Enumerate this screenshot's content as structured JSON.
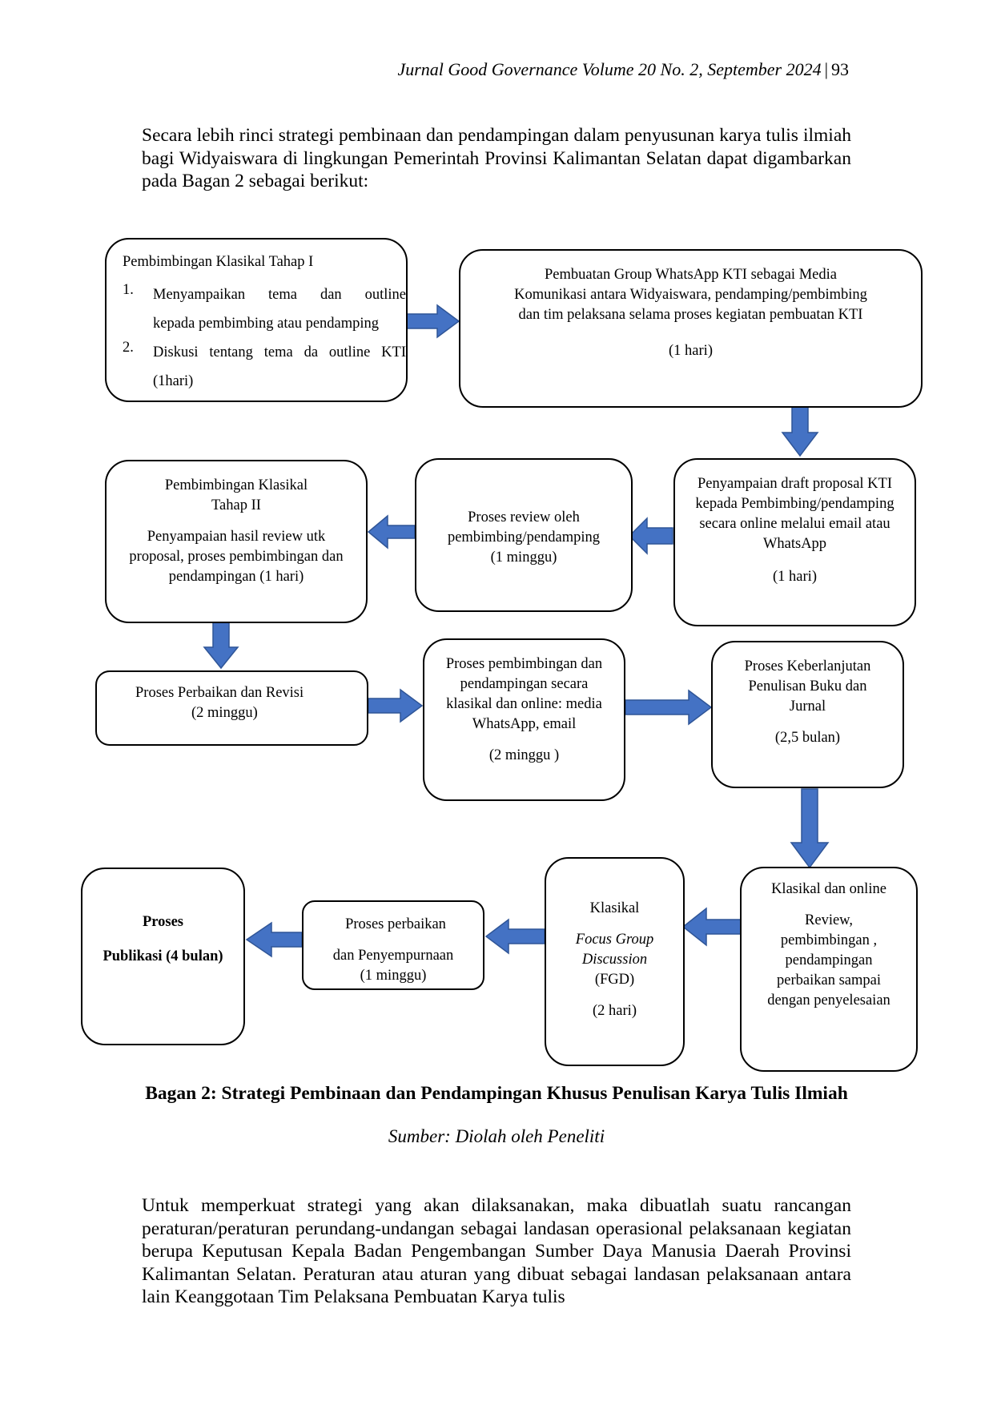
{
  "header": {
    "journal": "Jurnal Good Governance Volume 20 No. 2, September 2024",
    "separator": "|",
    "page": "93"
  },
  "intro_paragraph": "Secara lebih rinci strategi pembinaan dan pendampingan dalam penyusunan karya tulis ilmiah bagi Widyaiswara di lingkungan Pemerintah Provinsi Kalimantan Selatan dapat digambarkan pada Bagan 2 sebagai berikut:",
  "diagram": {
    "arrow_color": "#4472c4",
    "box1": {
      "title": "Pembimbingan Klasikal Tahap I",
      "item1_num": "1.",
      "item1_line1": "Menyampaikan tema dan outline",
      "item1_line2": "kepada pembimbing atau pendamping",
      "item2_num": "2.",
      "item2_text": "Diskusi tentang tema da outline KTI",
      "duration": "(1hari)"
    },
    "box2": {
      "text": "Pembuatan Group WhatsApp KTI sebagai Media Komunikasi antara Widyaiswara, pendamping/pembimbing dan tim pelaksana selama proses kegiatan pembuatan KTI",
      "duration": "(1 hari)"
    },
    "box3": {
      "text": "Penyampaian draft proposal KTI kepada Pembimbing/pendamping secara online   melalui email atau WhatsApp",
      "duration": "(1 hari)"
    },
    "box4": {
      "text": "Proses review oleh pembimbing/pendamping",
      "duration": "(1 minggu)"
    },
    "box5": {
      "title": "Pembimbingan Klasikal Tahap II",
      "text": "Penyampaian hasil review utk proposal, proses pembimbingan dan pendampingan (1 hari)"
    },
    "box6": {
      "text": "Proses Perbaikan dan Revisi",
      "duration": "(2 minggu)"
    },
    "box7": {
      "text": "Proses pembimbingan dan pendampingan secara klasikal dan online: media WhatsApp, email",
      "duration": "(2  minggu )"
    },
    "box8": {
      "text": "Proses Keberlanjutan Penulisan Buku dan Jurnal",
      "duration": "(2,5 bulan)"
    },
    "box9": {
      "title": "Klasikal dan online",
      "text": "Review, pembimbingan , pendampingan perbaikan sampai dengan penyelesaian"
    },
    "box10": {
      "title": "Klasikal",
      "italic_line1": "Focus Group",
      "italic_line2": "Discussion",
      "abbr": "(FGD)",
      "duration": "(2 hari)"
    },
    "box11": {
      "line1": "Proses  perbaikan",
      "line2": "dan Penyempurnaan",
      "duration": "(1 minggu)"
    },
    "box12": {
      "line1": "Proses",
      "line2": "Publikasi (4 bulan)"
    }
  },
  "caption": {
    "title": "Bagan 2: Strategi Pembinaan dan Pendampingan Khusus Penulisan Karya Tulis Ilmiah",
    "source": "Sumber: Diolah oleh Peneliti"
  },
  "closing_paragraph": "Untuk memperkuat strategi yang akan dilaksanakan, maka dibuatlah suatu rancangan peraturan/peraturan perundang-undangan sebagai landasan operasional pelaksanaan kegiatan berupa Keputusan Kepala Badan Pengembangan Sumber Daya Manusia Daerah Provinsi Kalimantan Selatan. Peraturan atau aturan yang dibuat sebagai landasan pelaksanaan antara lain Keanggotaan Tim Pelaksana Pembuatan Karya tulis"
}
